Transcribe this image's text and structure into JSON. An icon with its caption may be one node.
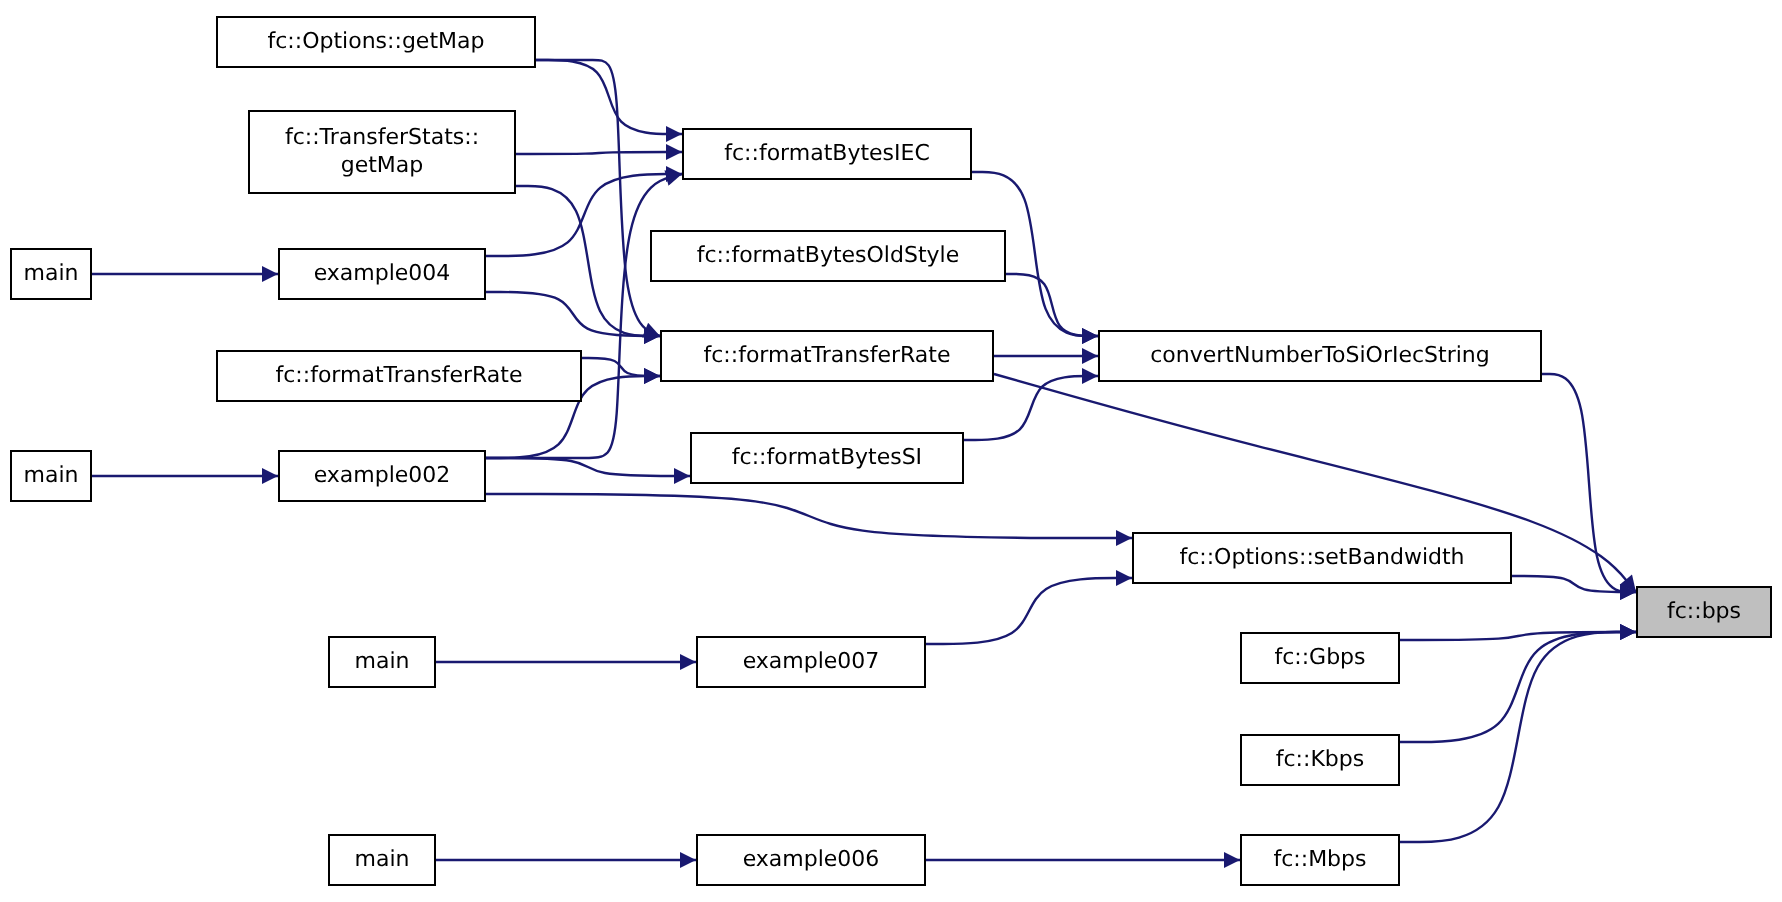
{
  "diagram": {
    "nodes": [
      {
        "text": [
          "fc::Options::getMap"
        ]
      },
      {
        "text": [
          "fc::TransferStats:: getMap"
        ]
      },
      {
        "text": [
          "main"
        ]
      },
      {
        "text": [
          "example004"
        ]
      },
      {
        "text": [
          "fc::formatTransferRate"
        ]
      },
      {
        "text": [
          "main"
        ]
      },
      {
        "text": [
          "example002"
        ]
      },
      {
        "text": [
          "main"
        ]
      },
      {
        "text": [
          "example007"
        ]
      },
      {
        "text": [
          "main"
        ]
      },
      {
        "text": [
          "example006"
        ]
      },
      {
        "text": [
          "fc::formatBytesIEC"
        ]
      },
      {
        "text": [
          "fc::formatBytesOldStyle"
        ]
      },
      {
        "text": [
          "fc::formatTransferRate"
        ]
      },
      {
        "text": [
          "fc::formatBytesSI"
        ]
      },
      {
        "text": [
          "convertNumberToSiOrIecString"
        ]
      },
      {
        "text": [
          "fc::Options::setBandwidth"
        ]
      },
      {
        "text": [
          "fc::Gbps"
        ]
      },
      {
        "text": [
          "fc::Kbps"
        ]
      },
      {
        "text": [
          "fc::Mbps"
        ]
      },
      {
        "text": [
          "fc::bps"
        ]
      }
    ],
    "edges": [
      {
        "from": 2,
        "to": 3,
        "arrow": "to"
      },
      {
        "from": 5,
        "to": 6,
        "arrow": "to"
      },
      {
        "from": 7,
        "to": 8,
        "arrow": "to"
      },
      {
        "from": 9,
        "to": 10,
        "arrow": "to"
      },
      {
        "from": 0,
        "to": 11,
        "arrow": "to"
      },
      {
        "from": 0,
        "to": 13,
        "arrow": "to"
      },
      {
        "from": 1,
        "to": 11,
        "arrow": "to"
      },
      {
        "from": 1,
        "to": 13,
        "arrow": "to"
      },
      {
        "from": 3,
        "to": 11,
        "arrow": "to"
      },
      {
        "from": 3,
        "to": 13,
        "arrow": "to"
      },
      {
        "from": 4,
        "to": 13,
        "arrow": "to"
      },
      {
        "from": 6,
        "to": 11,
        "arrow": "to"
      },
      {
        "from": 6,
        "to": 13,
        "arrow": "to"
      },
      {
        "from": 6,
        "to": 14,
        "arrow": "to"
      },
      {
        "from": 6,
        "to": 16,
        "arrow": "to"
      },
      {
        "from": 8,
        "to": 16,
        "arrow": "to"
      },
      {
        "from": 10,
        "to": 19,
        "arrow": "to"
      },
      {
        "from": 11,
        "to": 15,
        "arrow": "to"
      },
      {
        "from": 12,
        "to": 15,
        "arrow": "to"
      },
      {
        "from": 13,
        "to": 15,
        "arrow": "to"
      },
      {
        "from": 14,
        "to": 15,
        "arrow": "to"
      },
      {
        "from": 15,
        "to": 20,
        "arrow": "to"
      },
      {
        "from": 13,
        "to": 20,
        "arrow": "to"
      },
      {
        "from": 16,
        "to": 20,
        "arrow": "to"
      },
      {
        "from": 17,
        "to": 20,
        "arrow": "to"
      },
      {
        "from": 18,
        "to": 20,
        "arrow": "to"
      },
      {
        "from": 19,
        "to": 20,
        "arrow": "to"
      }
    ]
  }
}
